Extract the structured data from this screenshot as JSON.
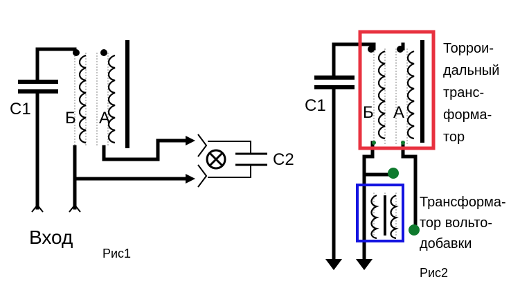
{
  "fig1": {
    "caption": "Рис1",
    "c1": "C1",
    "c2": "C2",
    "coil_b": "Б",
    "coil_a": "А",
    "input": "Вход"
  },
  "fig2": {
    "caption": "Рис2",
    "c1": "C1",
    "coil_b": "Б",
    "coil_a": "А",
    "toroidal_label": [
      "Торрои-",
      "дальный",
      "транс-",
      "форма-",
      "тор"
    ],
    "booster_label": [
      "Трансформа-",
      "тор вольто-",
      "добавки"
    ]
  },
  "colors": {
    "toroidal_box": "#e8313f",
    "booster_box": "#1414e0",
    "junction_dot": "#0f7a2e"
  }
}
